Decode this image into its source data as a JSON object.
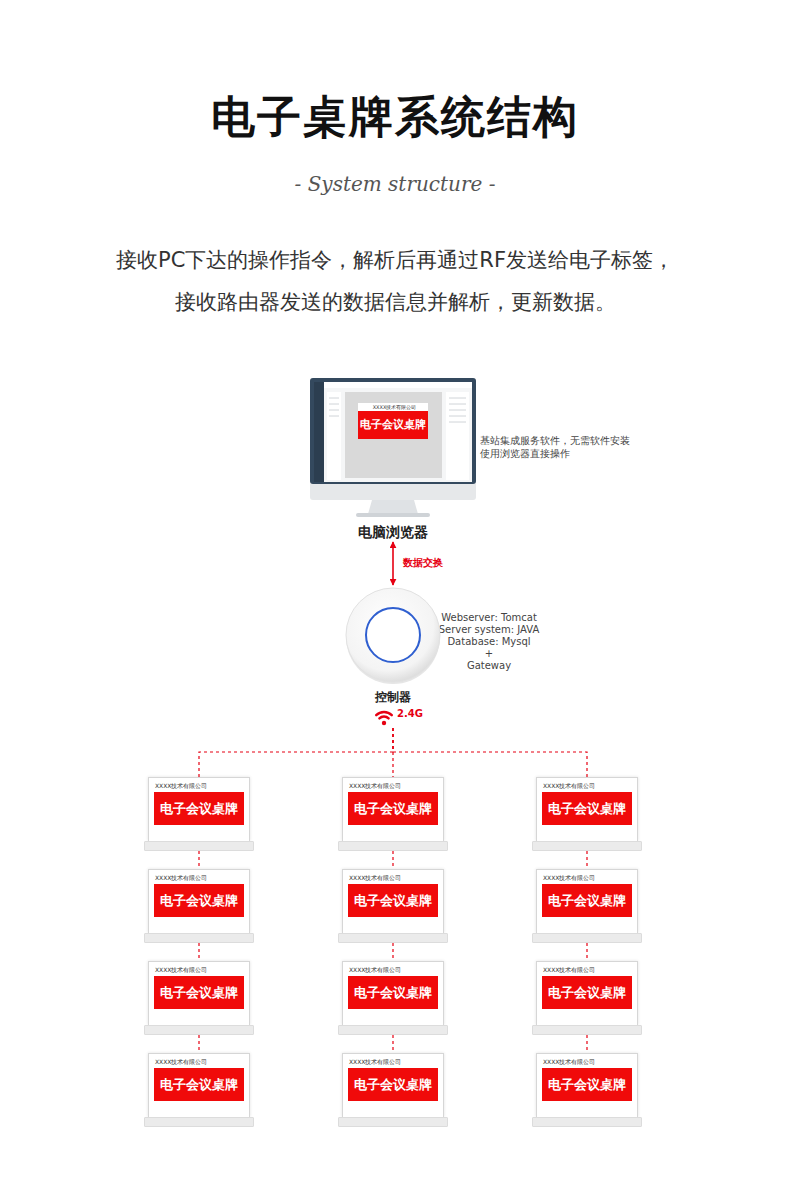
{
  "diagram": {
    "title": "电子桌牌系统结构",
    "nodes": [
      {
        "text": [
          "电脑浏览器"
        ]
      },
      {
        "text": [
          "XXXX技术有限公司",
          "电子会议桌牌"
        ],
        "in": 0
      },
      {
        "text": [
          "控制器"
        ]
      },
      {
        "text": [
          "XXXX技术有限公司",
          "电子会议桌牌"
        ]
      },
      {
        "text": [
          "XXXX技术有限公司",
          "电子会议桌牌"
        ]
      },
      {
        "text": [
          "XXXX技术有限公司",
          "电子会议桌牌"
        ]
      },
      {
        "text": [
          "XXXX技术有限公司",
          "电子会议桌牌"
        ]
      },
      {
        "text": [
          "XXXX技术有限公司",
          "电子会议桌牌"
        ]
      },
      {
        "text": [
          "XXXX技术有限公司",
          "电子会议桌牌"
        ]
      },
      {
        "text": [
          "XXXX技术有限公司",
          "电子会议桌牌"
        ]
      },
      {
        "text": [
          "XXXX技术有限公司",
          "电子会议桌牌"
        ]
      },
      {
        "text": [
          "XXXX技术有限公司",
          "电子会议桌牌"
        ]
      },
      {
        "text": [
          "XXXX技术有限公司",
          "电子会议桌牌"
        ]
      },
      {
        "text": [
          "XXXX技术有限公司",
          "电子会议桌牌"
        ]
      },
      {
        "text": [
          "XXXX技术有限公司",
          "电子会议桌牌"
        ]
      }
    ],
    "edges": [
      {
        "from": 0,
        "to": 2,
        "arrow": "both",
        "label": "数据交换"
      },
      {
        "from": 2,
        "to": 3,
        "arrow": "none"
      },
      {
        "from": 2,
        "to": 4,
        "arrow": "none"
      },
      {
        "from": 2,
        "to": 5,
        "arrow": "none"
      },
      {
        "from": 3,
        "to": 6,
        "arrow": "none"
      },
      {
        "from": 6,
        "to": 9,
        "arrow": "none"
      },
      {
        "from": 9,
        "to": 12,
        "arrow": "none"
      },
      {
        "from": 4,
        "to": 7,
        "arrow": "none"
      },
      {
        "from": 7,
        "to": 10,
        "arrow": "none"
      },
      {
        "from": 10,
        "to": 13,
        "arrow": "none"
      },
      {
        "from": 5,
        "to": 8,
        "arrow": "none"
      },
      {
        "from": 8,
        "to": 11,
        "arrow": "none"
      },
      {
        "from": 11,
        "to": 14,
        "arrow": "none"
      }
    ],
    "labels": [
      "- System structure -",
      "接收PC下达的操作指令，解析后再通过RF发送给电子标签，",
      "接收路由器发送的数据信息并解析，更新数据。",
      "基站集成服务软件，无需软件安装 使用浏览器直接操作",
      "Webserver: Tomcat",
      "Server system: JAVA",
      "Database: Mysql",
      "+",
      "Gateway",
      "2.4G"
    ]
  }
}
